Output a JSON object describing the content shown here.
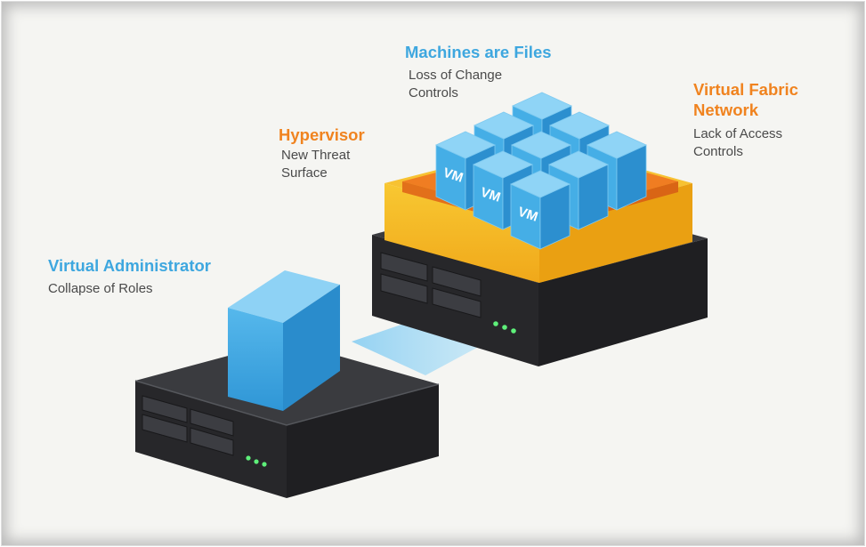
{
  "labels": {
    "machines": {
      "title": "Machines are Files",
      "desc": "Loss of Change\nControls"
    },
    "fabric": {
      "title": "Virtual Fabric\nNetwork",
      "desc": "Lack of Access\nControls"
    },
    "hypervisor": {
      "title": "Hypervisor",
      "desc": "New Threat\nSurface"
    },
    "admin": {
      "title": "Virtual Administrator",
      "desc": "Collapse of Roles"
    }
  },
  "vm_tag": "VM",
  "colors": {
    "blue_text": "#3ea7df",
    "orange_text": "#f0831f",
    "server_dark": "#2b2b2e",
    "hypervisor_yellow": "#f2b219",
    "vm_blue": "#3ea7df",
    "led_green": "#5ef07a"
  }
}
